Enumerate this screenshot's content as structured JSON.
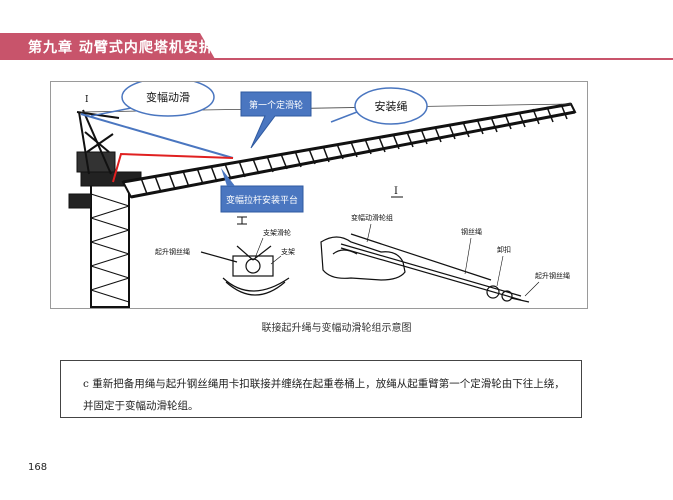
{
  "header": {
    "chapter_title": "第九章 动臂式内爬塔机安拆"
  },
  "figure": {
    "callouts": {
      "luffing_pulley": "变幅动滑",
      "first_fixed_pulley": "第一个定滑轮",
      "install_rope": "安装绳",
      "luffing_tie_platform": "变幅拉杆安装平台"
    },
    "marker_I_small": "I",
    "marker_I_detail": "I",
    "detail_labels": {
      "support_pulley": "支架滑轮",
      "bracket": "支架",
      "hoist_rope_left": "起升钢丝绳",
      "luffing_pulley_group": "变幅动滑轮组",
      "wire_rope": "钢丝绳",
      "shackle": "卸扣",
      "hoist_rope_right": "起升钢丝绳"
    },
    "caption": "联接起升绳与变幅动滑轮组示意图"
  },
  "note": {
    "text": "c 重新把备用绳与起升钢丝绳用卡扣联接并缠绕在起重卷桶上，放绳从起重臂第一个定滑轮由下往上绕，并固定于变幅动滑轮组。"
  },
  "page_number": "168",
  "colors": {
    "accent": "#c8546b",
    "callout_blue": "#4a76c0"
  }
}
